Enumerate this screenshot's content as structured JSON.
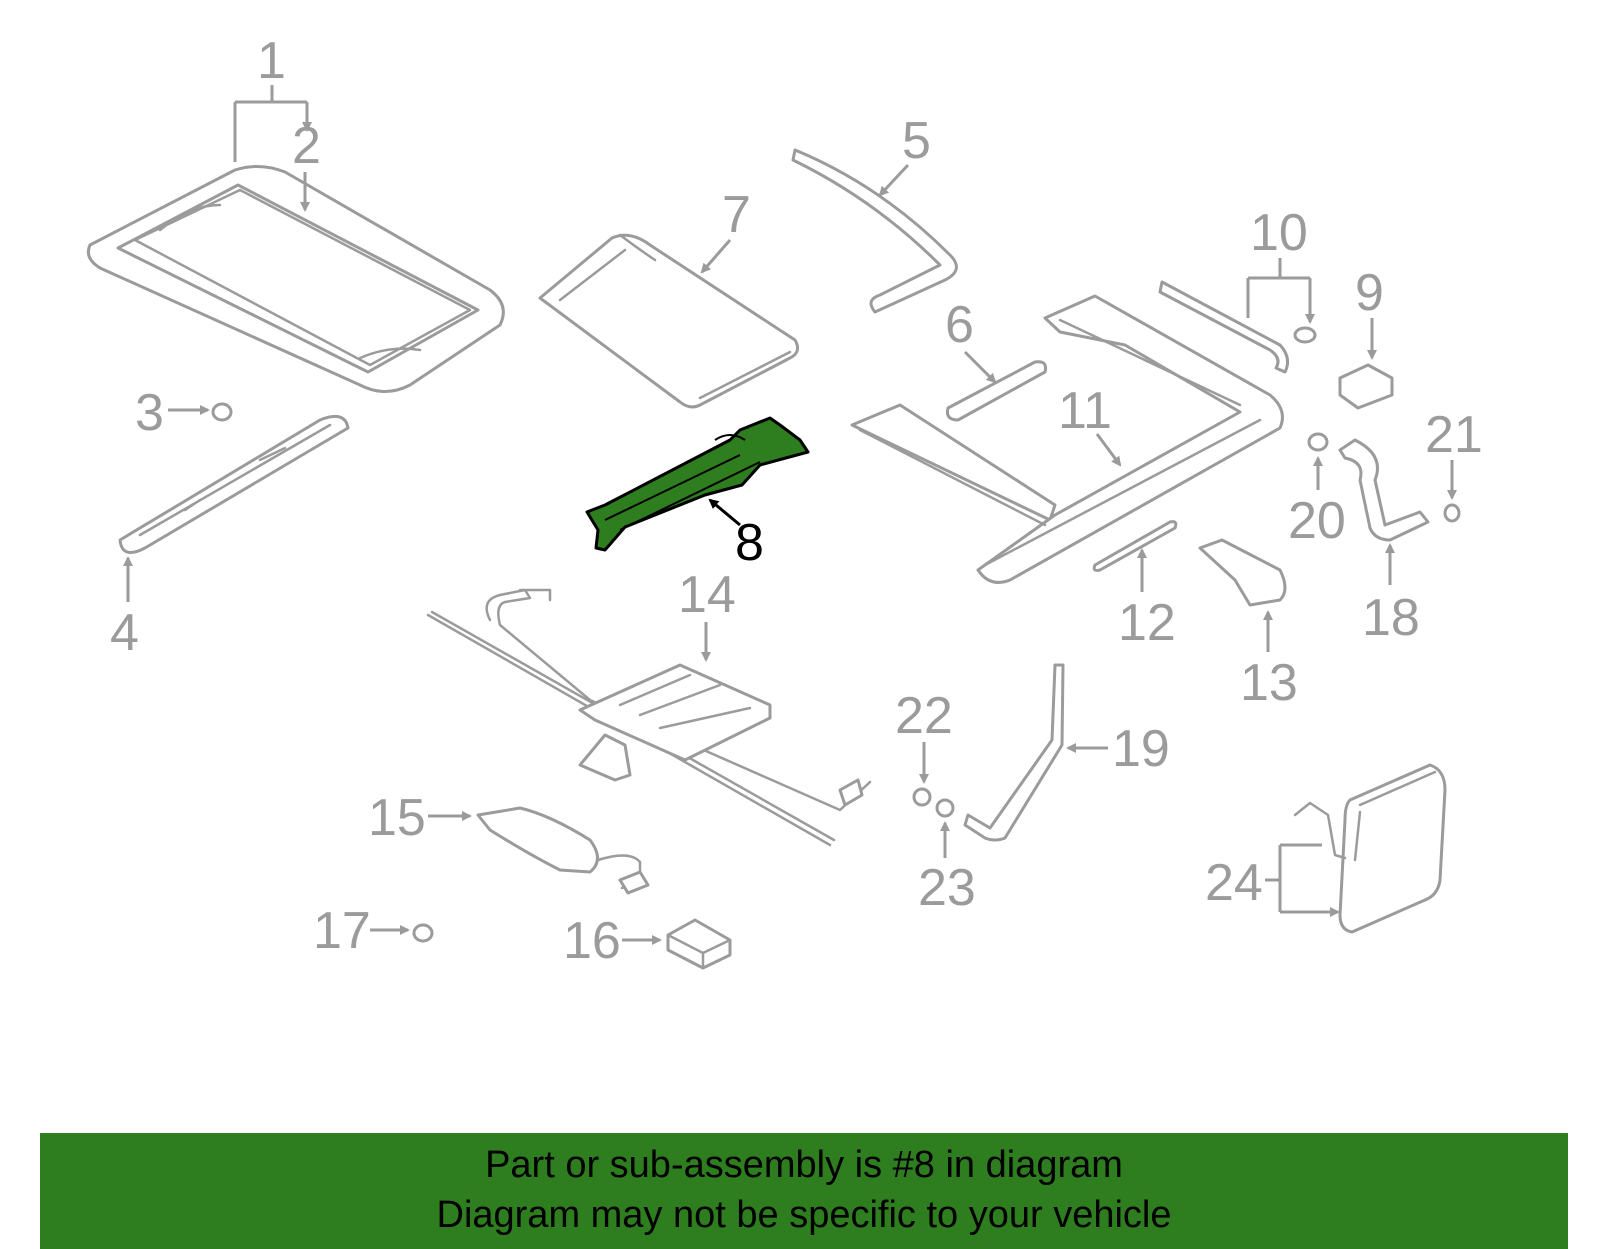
{
  "diagram": {
    "highlighted_part": "8",
    "highlight_color": "#2e7d1f",
    "part_color": "#9b9b9b",
    "callouts": [
      "1",
      "2",
      "3",
      "4",
      "5",
      "6",
      "7",
      "8",
      "9",
      "10",
      "11",
      "12",
      "13",
      "14",
      "15",
      "16",
      "17",
      "18",
      "19",
      "20",
      "21",
      "22",
      "23",
      "24"
    ]
  },
  "banner": {
    "line1": "Part or sub-assembly is #8 in diagram",
    "line2": "Diagram may not be specific to your vehicle",
    "background": "#2e7d1f"
  }
}
